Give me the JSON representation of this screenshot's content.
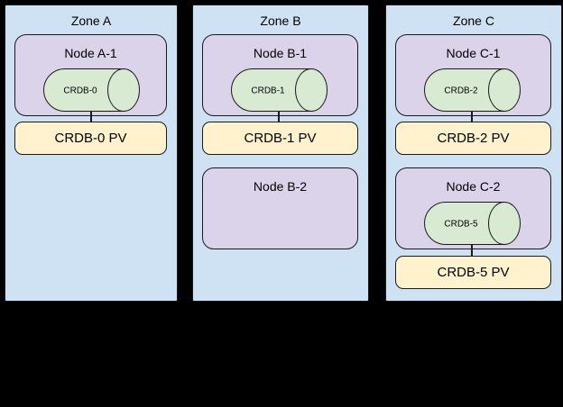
{
  "colors": {
    "canvas_background": "#000000",
    "zone_fill": "#cfe2f3",
    "node_fill": "#dbd3ea",
    "cylinder_fill": "#d9ead3",
    "pv_fill": "#fff2cc",
    "outline": "#1a1a1a"
  },
  "zones": [
    {
      "label": "Zone A",
      "nodes": [
        {
          "label": "Node A-1",
          "cylinder": "CRDB-0",
          "pv": "CRDB-0 PV"
        }
      ]
    },
    {
      "label": "Zone B",
      "nodes": [
        {
          "label": "Node B-1",
          "cylinder": "CRDB-1",
          "pv": "CRDB-1 PV"
        },
        {
          "label": "Node B-2"
        }
      ]
    },
    {
      "label": "Zone C",
      "nodes": [
        {
          "label": "Node C-1",
          "cylinder": "CRDB-2",
          "pv": "CRDB-2 PV"
        },
        {
          "label": "Node C-2",
          "cylinder": "CRDB-5",
          "pv": "CRDB-5 PV"
        }
      ]
    }
  ]
}
